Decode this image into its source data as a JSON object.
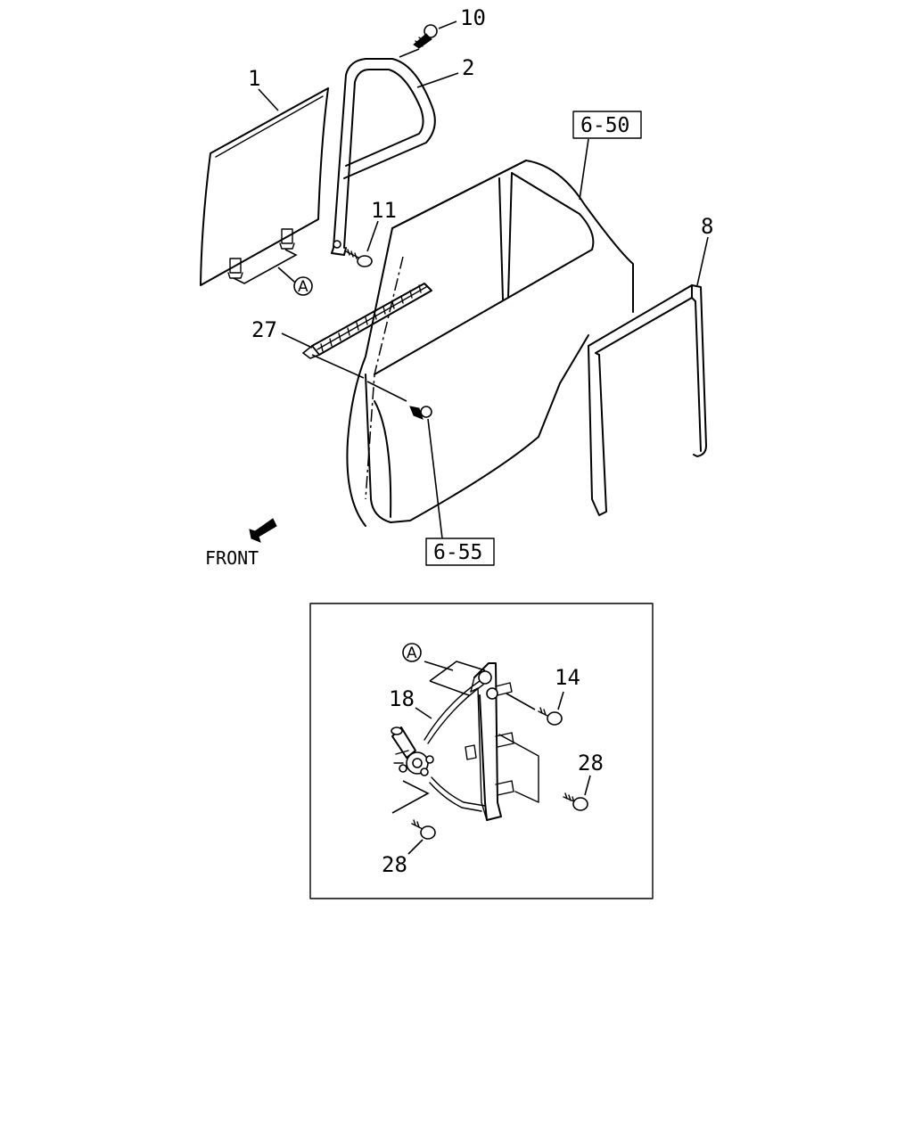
{
  "labels": {
    "p1": "1",
    "p2": "2",
    "p8": "8",
    "p10": "10",
    "p11": "11",
    "p27": "27",
    "p14": "14",
    "p18": "18",
    "p28_right": "28",
    "p28_bottom": "28",
    "ref_door": "6-50",
    "ref_clip": "6-55",
    "callout_a_top": "A",
    "callout_a_detail": "A",
    "front": "FRONT"
  }
}
